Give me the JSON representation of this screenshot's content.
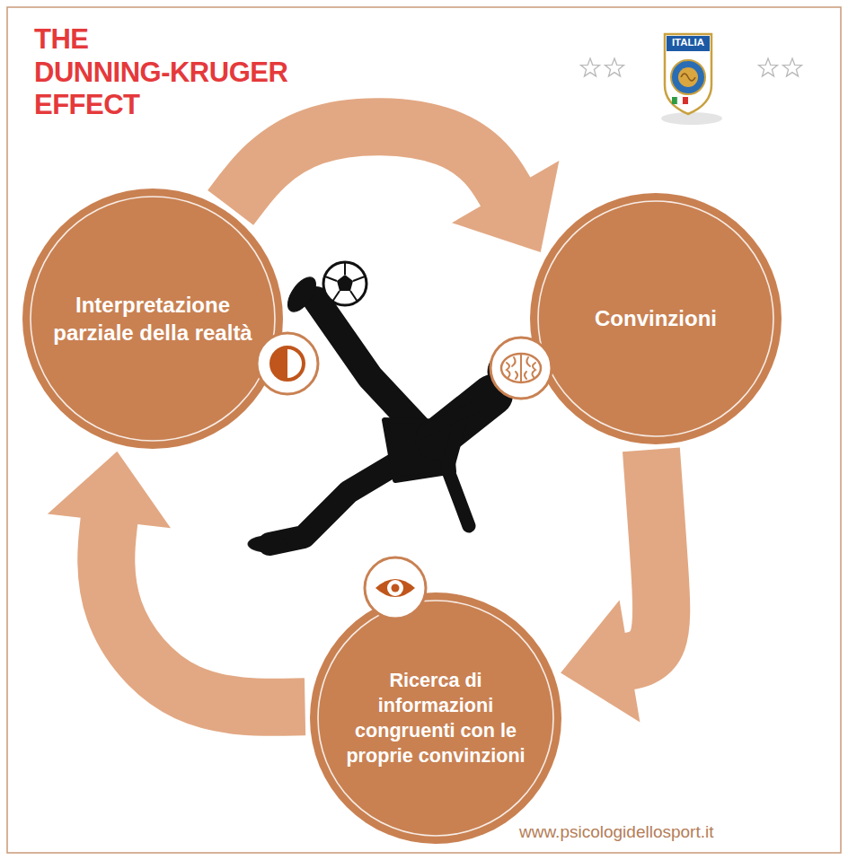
{
  "diagram": {
    "title": "THE DUNNING-KRUGER EFFECT",
    "nodes": [
      {
        "text": [
          "Interpretazione parziale della realtà"
        ]
      },
      {
        "text": [
          "Convinzioni"
        ]
      },
      {
        "text": [
          "Ricerca di informazioni congruenti con le proprie convinzioni"
        ]
      }
    ],
    "edges": [
      {
        "from": 0,
        "to": 1,
        "arrow": "to"
      },
      {
        "from": 1,
        "to": 2,
        "arrow": "to"
      },
      {
        "from": 2,
        "to": 0,
        "arrow": "to"
      }
    ],
    "labels": [
      "ITALIA",
      "www.psicologidellosport.it"
    ]
  }
}
